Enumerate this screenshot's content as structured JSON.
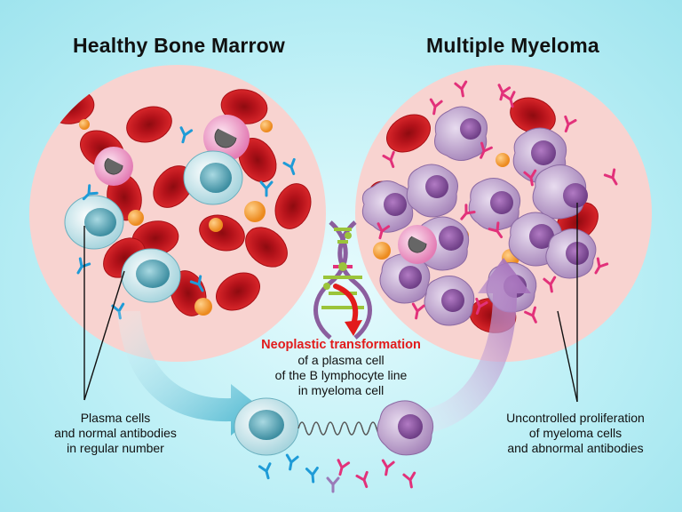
{
  "titles": {
    "healthy": "Healthy Bone Marrow",
    "myeloma": "Multiple Myeloma"
  },
  "captions": {
    "transformation_title": "Neoplastic transformation",
    "transformation_lines": [
      "of a plasma cell",
      "of the B lymphocyte line",
      "in myeloma cell"
    ],
    "healthy_lines": [
      "Plasma cells",
      "and normal antibodies",
      "in regular number"
    ],
    "myeloma_lines": [
      "Uncontrolled proliferation",
      "of myeloma cells",
      "and abnormal antibodies"
    ]
  },
  "colors": {
    "marrow_background": "#f8d3d0",
    "red_blood_cell": "#c8161d",
    "plasma_cell": "#cfe9ee",
    "myeloma_cell": "#b89ac6",
    "normal_antibody": "#1e9bd7",
    "abnormal_antibody": "#e2317a",
    "platelet": "#f0962a",
    "mutation_arrow": "#e21b1b"
  }
}
